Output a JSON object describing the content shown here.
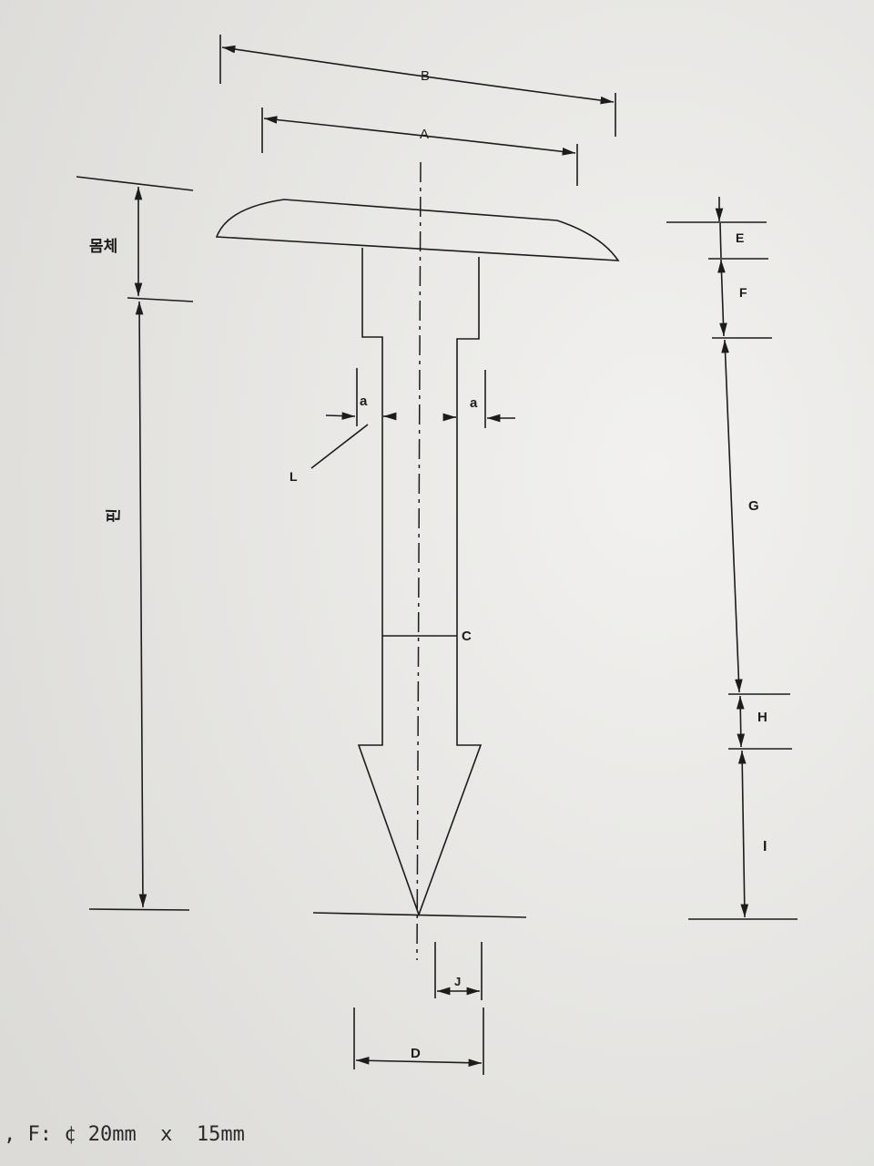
{
  "diagram": {
    "labels": {
      "B": "B",
      "A": "A",
      "body": "몸체",
      "pin": "핀",
      "a_left": "a",
      "a_right": "a",
      "L": "L",
      "C": "C",
      "J": "J",
      "D": "D",
      "E": "E",
      "F": "F",
      "G": "G",
      "H": "H",
      "I": "I"
    },
    "footer_text": ", F: ¢ 20mm  x  15mm"
  },
  "colors": {
    "paper": "#e9e8e6",
    "ink": "#1c1c1c"
  }
}
